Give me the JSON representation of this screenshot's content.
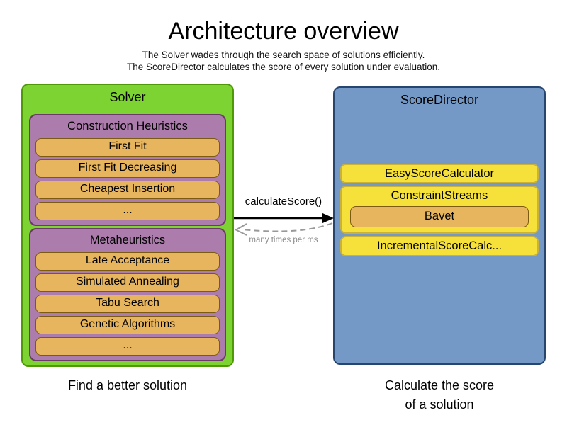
{
  "header": {
    "title": "Architecture overview",
    "subtitle_line1": "The Solver wades through the search space of solutions efficiently.",
    "subtitle_line2": "The ScoreDirector calculates the score of every solution under evaluation."
  },
  "solver": {
    "title": "Solver",
    "caption": "Find a better solution",
    "construction_heuristics": {
      "title": "Construction Heuristics",
      "items": [
        "First Fit",
        "First Fit Decreasing",
        "Cheapest Insertion",
        "..."
      ]
    },
    "metaheuristics": {
      "title": "Metaheuristics",
      "items": [
        "Late Acceptance",
        "Simulated Annealing",
        "Tabu Search",
        "Genetic Algorithms",
        "..."
      ]
    }
  },
  "score_director": {
    "title": "ScoreDirector",
    "caption_line1": "Calculate the score",
    "caption_line2": "of a solution",
    "easy_score_calculator": "EasyScoreCalculator",
    "constraint_streams": "ConstraintStreams",
    "bavet": "Bavet",
    "incremental_score_calculator": "IncrementalScoreCalc..."
  },
  "connection": {
    "call_label": "calculateScore()",
    "frequency_label": "many times per ms"
  },
  "colors": {
    "solver_fill": "#7cd332",
    "solver_border": "#4e9a06",
    "section_fill": "#ac7cac",
    "section_border": "#6b3a6b",
    "item_fill": "#e8b55f",
    "item_border": "#7c5a12",
    "director_fill": "#7599c7",
    "director_border": "#26466f",
    "calc_fill": "#f6e13b",
    "calc_border": "#c9b237",
    "arrow_solid": "#000000",
    "arrow_dashed": "#999999"
  }
}
